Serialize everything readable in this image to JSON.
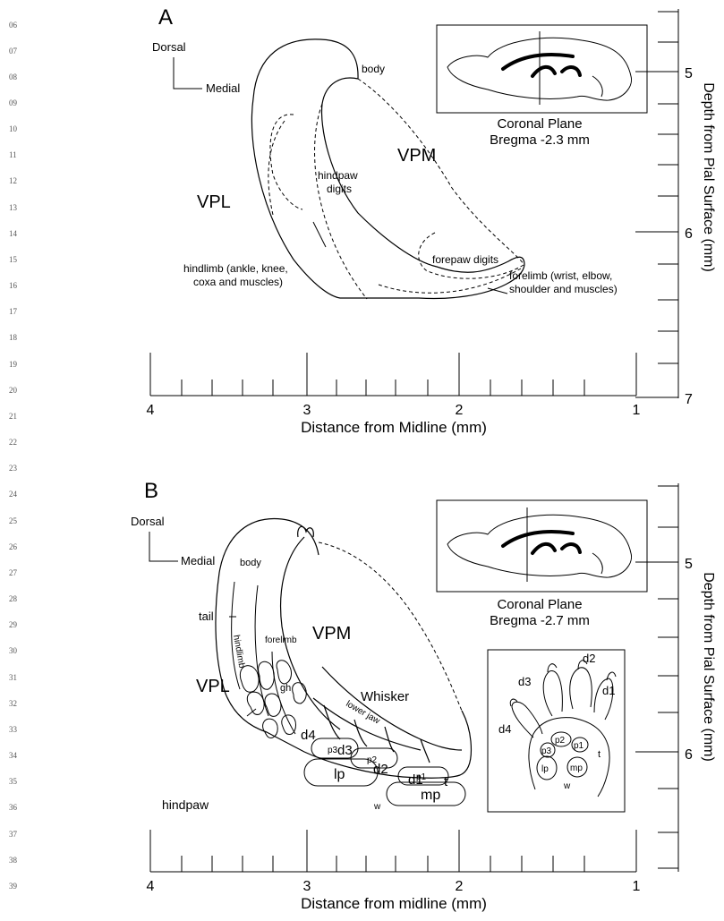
{
  "line_numbers": [
    "06",
    "07",
    "08",
    "09",
    "10",
    "11",
    "12",
    "13",
    "14",
    "15",
    "16",
    "17",
    "18",
    "19",
    "20",
    "21",
    "22",
    "23",
    "24",
    "25",
    "26",
    "27",
    "28",
    "29",
    "30",
    "31",
    "32",
    "33",
    "34",
    "35",
    "36",
    "37",
    "38",
    "39"
  ],
  "panelA": {
    "letter": "A",
    "orient_dorsal": "Dorsal",
    "orient_medial": "Medial",
    "inset_line1": "Coronal Plane",
    "inset_line2": "Bregma -2.3 mm",
    "vpm": "VPM",
    "vpl": "VPL",
    "body": "body",
    "hindpaw_digits_1": "hindpaw",
    "hindpaw_digits_2": "digits",
    "forepaw_digits": "forepaw digits",
    "hindlimb_1": "hindlimb (ankle, knee,",
    "hindlimb_2": "coxa and muscles)",
    "forelimb_1": "forelimb (wrist, elbow,",
    "forelimb_2": "shoulder and muscles)",
    "x_ticks": [
      "4",
      "3",
      "2",
      "1"
    ],
    "xlabel": "Distance from Midline (mm)",
    "y_ticks": [
      "5",
      "6",
      "7"
    ],
    "ylabel": "Depth from Pial Surface (mm)"
  },
  "panelB": {
    "letter": "B",
    "orient_dorsal": "Dorsal",
    "orient_medial": "Medial",
    "inset_line1": "Coronal Plane",
    "inset_line2": "Bregma -2.7 mm",
    "vpm": "VPM",
    "vpl": "VPL",
    "body": "body",
    "tail": "tail",
    "hindlimb": "hindlimb",
    "forelimb": "forelimb",
    "whisker": "Whisker",
    "lower_jaw": "lower jaw",
    "gh": "gh",
    "d4": "d4",
    "d3": "d3",
    "d2": "d2",
    "d1": "d1",
    "t": "t",
    "p3": "p3",
    "p2": "p2",
    "p1": "p1",
    "lp": "lp",
    "mp": "mp",
    "w": "w",
    "hindpaw": "hindpaw",
    "x_ticks": [
      "4",
      "3",
      "2",
      "1"
    ],
    "xlabel": "Distance from midline (mm)",
    "y_ticks": [
      "5",
      "6"
    ],
    "ylabel": "Depth from Pial Surface (mm)",
    "paw": {
      "d1": "d1",
      "d2": "d2",
      "d3": "d3",
      "d4": "d4",
      "p1": "p1",
      "p2": "p2",
      "p3": "p3",
      "lp": "lp",
      "mp": "mp",
      "t": "t",
      "w": "w"
    }
  }
}
